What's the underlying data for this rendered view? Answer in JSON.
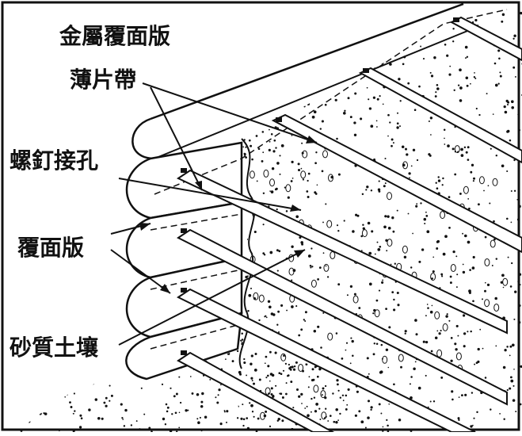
{
  "labels": {
    "title": "金屬覆面版",
    "strip": "薄片帶",
    "bolt_hole": "螺釘接孔",
    "facing_panel": "覆面版",
    "soil": "砂質土壤"
  },
  "colors": {
    "ink": "#111111",
    "paper": "#ffffff"
  }
}
